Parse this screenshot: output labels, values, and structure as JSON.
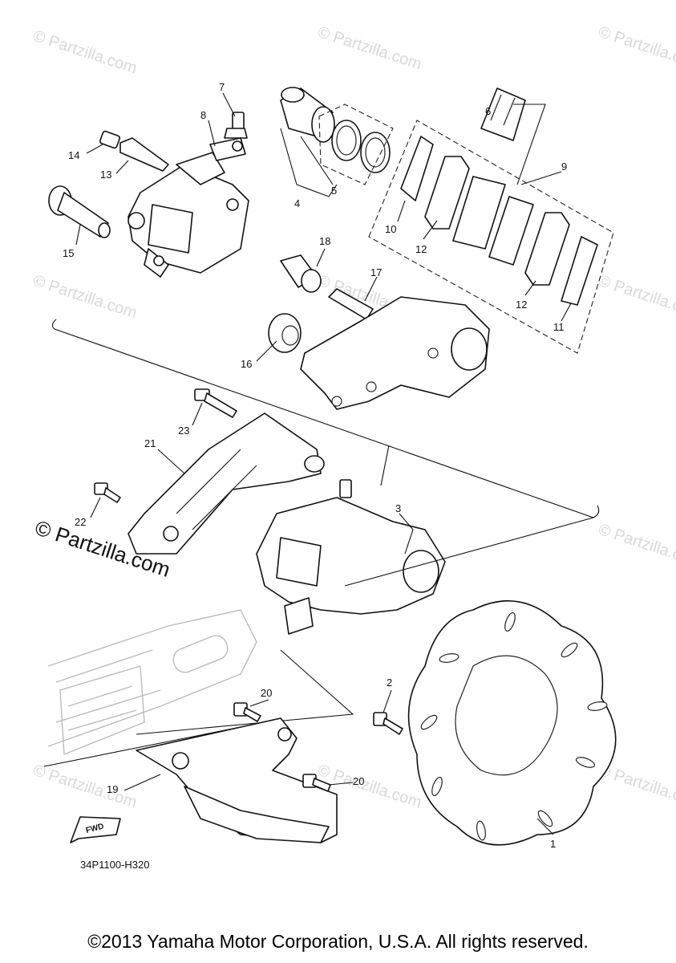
{
  "diagram": {
    "watermark_text": "© Partzilla.com",
    "diagram_code": "34P1100-H320",
    "fwd_label": "FWD",
    "callouts": [
      "1",
      "2",
      "3",
      "4",
      "5",
      "6",
      "7",
      "8",
      "9",
      "10",
      "11",
      "12",
      "13",
      "14",
      "15",
      "16",
      "17",
      "18",
      "19",
      "20",
      "21",
      "22",
      "23"
    ]
  },
  "footer": {
    "copyright": "©2013 Yamaha Motor Corporation, U.S.A. All rights reserved."
  }
}
